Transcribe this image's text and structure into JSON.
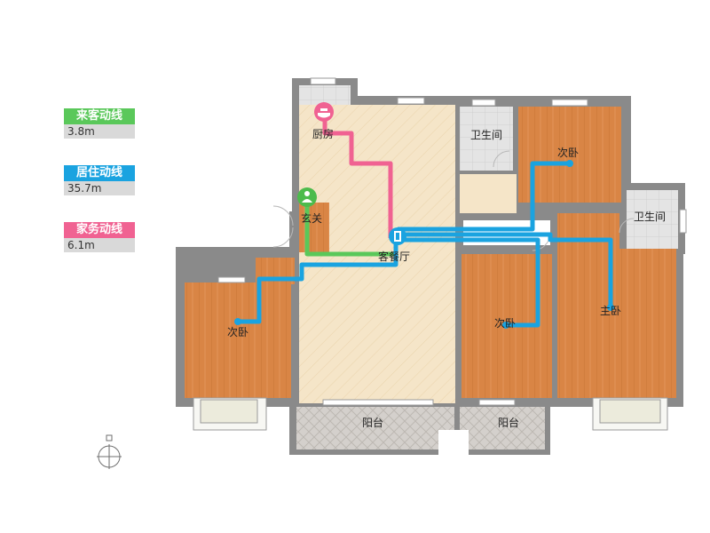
{
  "legend": [
    {
      "label": "来客动线",
      "value": "3.8m",
      "color": "#5ac85a"
    },
    {
      "label": "居住动线",
      "value": "35.7m",
      "color": "#1aa3e0"
    },
    {
      "label": "家务动线",
      "value": "6.1m",
      "color": "#f06292"
    }
  ],
  "rooms": {
    "kitchen": "厨房",
    "entry": "玄关",
    "living": "客餐厅",
    "bath1": "卫生间",
    "bath2": "卫生间",
    "bed_left": "次卧",
    "bed_mid": "次卧",
    "bed_top": "次卧",
    "master": "主卧",
    "balcony1": "阳台",
    "balcony2": "阳台"
  },
  "colors": {
    "wall": "#8a8a8a",
    "bedroom": "#d98545",
    "living": "#f5e5c8",
    "tile": "#dcdcdc",
    "guest": "#5ac85a",
    "living_path": "#1aa3e0",
    "chore": "#f06292"
  }
}
